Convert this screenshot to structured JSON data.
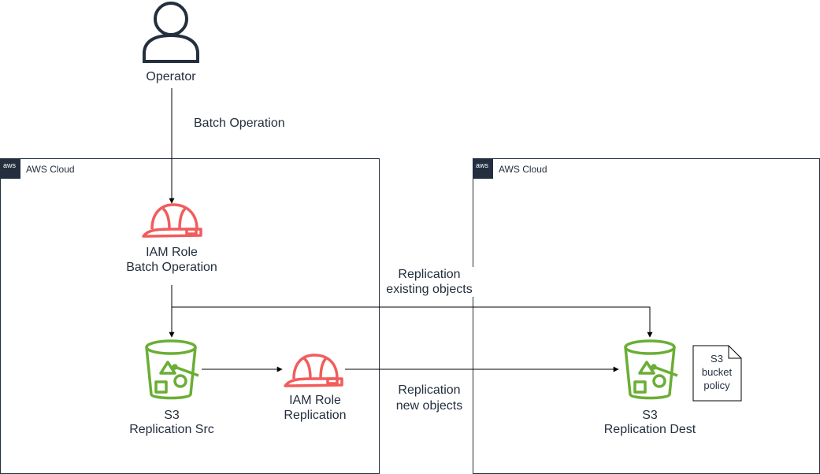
{
  "operator": {
    "label": "Operator",
    "icon": "user-icon"
  },
  "batch_operation_label": "Batch Operation",
  "clouds": [
    {
      "title": "AWS Cloud",
      "badge": "aws"
    },
    {
      "title": "AWS Cloud",
      "badge": "aws"
    }
  ],
  "iam_batch": {
    "line1": "IAM Role",
    "line2": "Batch Operation",
    "icon": "iam-role-helmet-icon"
  },
  "iam_replication": {
    "line1": "IAM Role",
    "line2": "Replication",
    "icon": "iam-role-helmet-icon"
  },
  "s3_src": {
    "line1": "S3",
    "line2": "Replication Src",
    "icon": "s3-bucket-icon"
  },
  "s3_dest": {
    "line1": "S3",
    "line2": "Replication Dest",
    "icon": "s3-bucket-icon"
  },
  "bucket_policy": {
    "line1": "S3",
    "line2": "bucket",
    "line3": "policy"
  },
  "edge_existing": {
    "line1": "Replication",
    "line2": "existing objects"
  },
  "edge_new": {
    "line1": "Replication",
    "line2": "new objects"
  },
  "colors": {
    "iam": "#F25C5C",
    "s3": "#6AAE35",
    "ink": "#232F3E",
    "edge": "#000000"
  }
}
